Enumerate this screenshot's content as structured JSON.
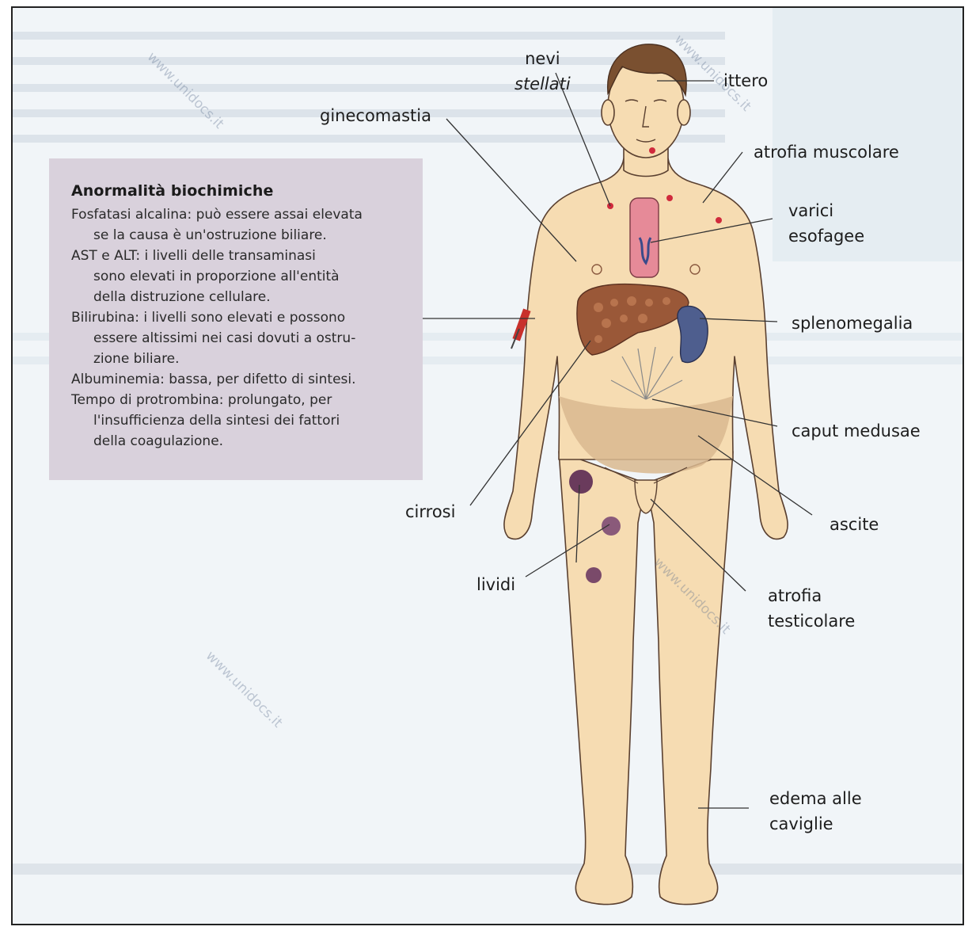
{
  "labels": {
    "nevi": [
      "nevi",
      "stellati"
    ],
    "ittero": "ittero",
    "ginecomastia": "ginecomastia",
    "atrofia_muscolare": "atrofia muscolare",
    "varici": [
      "varici",
      "esofagee"
    ],
    "splenomegalia": "splenomegalia",
    "caput_medusae": "caput medusae",
    "cirrosi": "cirrosi",
    "ascite": "ascite",
    "lividi": "lividi",
    "atrofia_testicolare": [
      "atrofia",
      "testicolare"
    ],
    "edema": [
      "edema alle",
      "caviglie"
    ]
  },
  "infobox": {
    "title": "Anormalità biochimiche",
    "entries": [
      {
        "lines": [
          "Fosfatasi alcalina: può essere assai elevata",
          "se la causa è un'ostruzione biliare."
        ]
      },
      {
        "lines": [
          "AST e ALT: i livelli delle transaminasi",
          "sono elevati in proporzione all'entità",
          "della distruzione cellulare."
        ]
      },
      {
        "lines": [
          "Bilirubina: i livelli sono elevati e possono",
          "essere altissimi nei casi dovuti a ostru-",
          "zione biliare."
        ]
      },
      {
        "lines": [
          "Albuminemia: bassa, per difetto di sintesi."
        ]
      },
      {
        "lines": [
          "Tempo di protrombina: prolungato, per",
          "l'insufficienza della sintesi dei fattori",
          "della coagulazione."
        ]
      }
    ]
  },
  "watermark": "www.unidocs.it",
  "colors": {
    "skin": "#f6dcb2",
    "skin_outline": "#5a4030",
    "hair": "#7a5030",
    "liver": "#9a5838",
    "spleen": "#4e5e8e",
    "ascites": "#d9b98f",
    "bruise": "#6a3b5c",
    "spider": "#d02a3c",
    "esophagus": "#e68a98",
    "infobox_bg": "#d9d1dc"
  }
}
